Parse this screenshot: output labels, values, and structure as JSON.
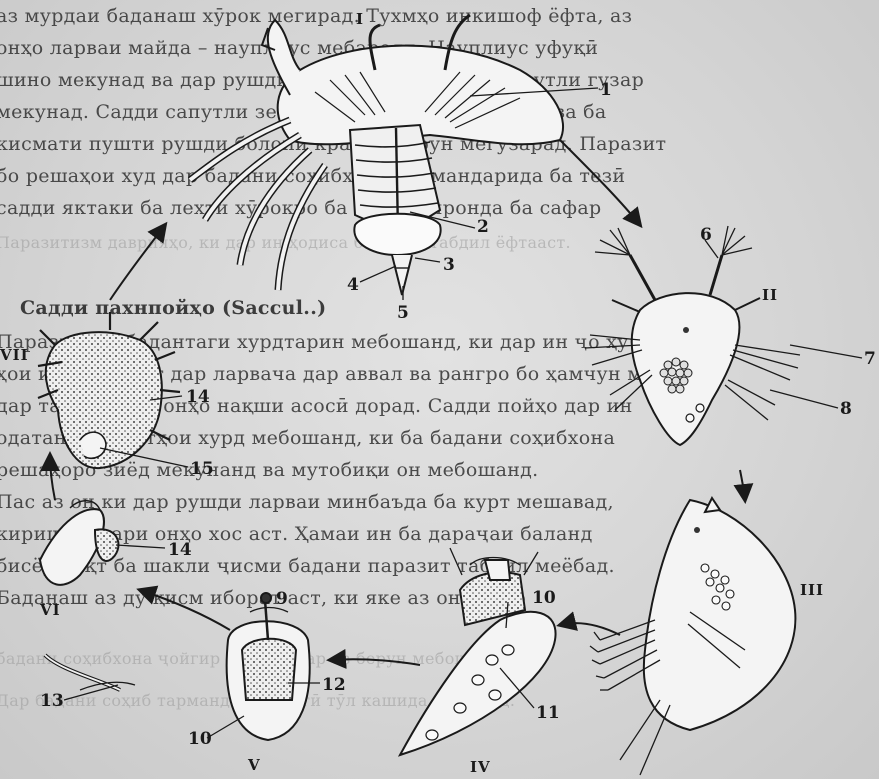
{
  "text_lines": [
    {
      "id": "l1",
      "text": "аз мурдаи баданаш хӯрок мегирад. Тухмҳо инкишоф ёфта, аз"
    },
    {
      "id": "l2",
      "text": "онҳо ларваи майда – науплиус мебарояд. Науплиус уфуқӣ"
    },
    {
      "id": "l3",
      "text": "шино мекунад ва дар рушди минбаъда ба садди сапутли гузар"
    },
    {
      "id": "l4",
      "text": "мекунад. Садди сапутли зери сипар пинҳон мешавад ва ба"
    },
    {
      "id": "l5",
      "text": "кисмати пушти рушди болоии крабро дарун мегузарад. Паразит"
    },
    {
      "id": "l6",
      "text": "бо решаҳои худ дар бадани соҳибхона тармандарида ба тезӣ"
    },
    {
      "id": "l7",
      "text": "садди яктаки ба лехти хӯрокро ба худ нагиронда ба сафар"
    },
    {
      "id": "l8",
      "text": "Паразитизм даврияҳо, ки дар ин ҳодиса ба рушд табдил ёфтааст."
    },
    {
      "id": "h1",
      "text": "Садди пахнпойҳо (Saccul..)"
    },
    {
      "id": "l9",
      "text": "Паразитҳои бадантаги хурдтарин мебошанд, ки дар ин ҷо ҳуҷра"
    },
    {
      "id": "l10",
      "text": "ҳои ин ҳайвонот дар ларвача дар аввал ва рангро бо ҳамчун мавҷуд"
    },
    {
      "id": "l11",
      "text": "дар тараққиёти онҳо нақши асосӣ дорад. Садди пойҳо дар ин"
    },
    {
      "id": "l12",
      "text": "одатан паразитҳои хурд мебошанд, ки ба бадани соҳибхона"
    },
    {
      "id": "l13",
      "text": "решаҳоро зиёд мекунанд ва мутобиқи он мебошанд."
    },
    {
      "id": "l14",
      "text": "Пас аз он ки дар рушди ларваи минбаъда ба курт мешавад,"
    },
    {
      "id": "l15",
      "text": "кириш ба сари онҳо хос аст. Ҳамаи ин ба дараҷаи баланд"
    },
    {
      "id": "l16",
      "text": "бисёр вақт ба шакли ҷисми бадани паразит табдил меёбад."
    },
    {
      "id": "l17",
      "text": "Баданаш аз ду қисм иборат аст, ки яке аз онҳо дар"
    },
    {
      "id": "l18",
      "text": "бадани соҳибхона ҷойгир буда, дигар аз берун мебошад."
    },
    {
      "id": "l19",
      "text": "Дар бадани соҳиб тармандаи решагӣ тӯл кашида мешавад."
    }
  ],
  "labels": {
    "n1": "1",
    "n2": "2",
    "n3": "3",
    "n4": "4",
    "n5": "5",
    "n6": "6",
    "n7": "7",
    "n8": "8",
    "n9": "9",
    "n10a": "10",
    "n10b": "10",
    "n11": "11",
    "n12": "12",
    "n13": "13",
    "n14a": "14",
    "n14b": "14",
    "n15": "15"
  },
  "stages": {
    "I": "I",
    "II": "II",
    "III": "III",
    "IV": "IV",
    "V": "V",
    "VI": "VI",
    "VII": "VII"
  }
}
